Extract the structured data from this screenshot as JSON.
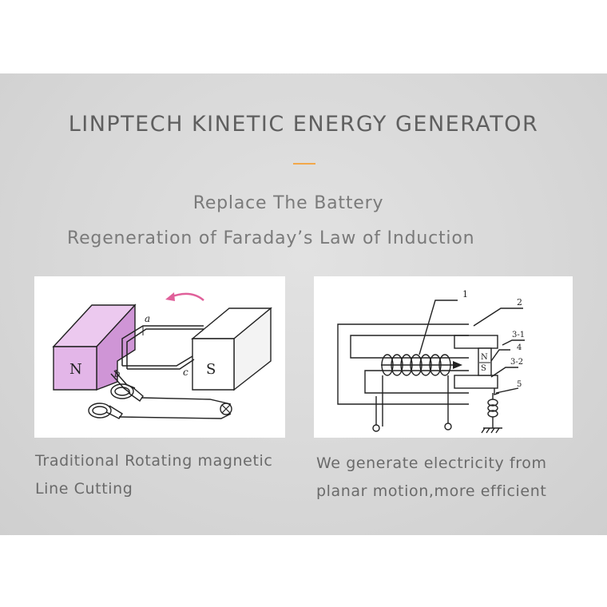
{
  "header": {
    "title": "LINPTECH KINETIC ENERGY GENERATOR",
    "accent_color": "#f2a84a",
    "subtitle_line1": "Replace The Battery",
    "subtitle_line2": "Regeneration of Faraday’s Law of Induction"
  },
  "left_figure": {
    "magnet_n_label": "N",
    "magnet_s_label": "S",
    "label_a": "a",
    "label_b": "b",
    "label_c": "c",
    "magnet_color": "#e3b6e8",
    "arrow_color": "#e0609a",
    "caption_line1": "Traditional Rotating magnetic",
    "caption_line2": "Line Cutting"
  },
  "right_figure": {
    "label_1": "1",
    "label_2": "2",
    "label_3_1": "3-1",
    "label_4": "4",
    "label_3_2": "3-2",
    "label_5": "5",
    "magnet_n": "N",
    "magnet_s": "S",
    "caption_line1": "We generate electricity from",
    "caption_line2": "planar motion,more efficient"
  }
}
